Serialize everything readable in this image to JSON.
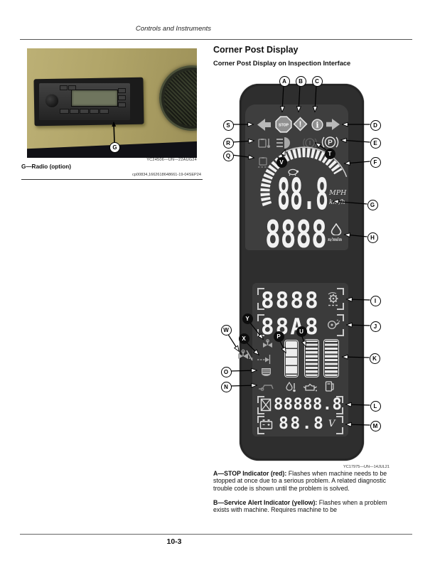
{
  "page": {
    "header_title": "Controls and Instruments",
    "page_number": "10-3"
  },
  "radio_figure": {
    "caption_code": "YC24506—UN—22AUG24",
    "legend": "G—Radio (option)",
    "doc_code": "cp00834,1662618648661-19-04SEP24",
    "callout": "G"
  },
  "section": {
    "heading": "Corner Post Display",
    "subheading": "Corner Post Display on Inspection Interface",
    "figure_code": "YC17975—UN—14JUL21",
    "paragraphs": [
      {
        "lead": "A—STOP Indicator (red):",
        "text": "Flashes when machine needs to be stopped at once due to a serious problem. A related diagnostic trouble code is shown until the problem is solved."
      },
      {
        "lead": "B—Service Alert Indicator (yellow):",
        "text": "Flashes when a problem exists with machine. Requires machine to be"
      }
    ]
  },
  "display": {
    "stop_label": "STOP",
    "warning_glyph": "!",
    "info_glyph": "i",
    "park_glyph": "(P)",
    "speed_value": "88.8",
    "speed_unit_primary": "MPH",
    "speed_unit_secondary": "km/h",
    "rpm_value": "8888",
    "rpm_unit": "n/min",
    "gear_row_value": "8888",
    "engine_row_value": "88A8",
    "hour_meter_value": "88888.8",
    "voltage_value": "88.8",
    "voltage_unit": "V"
  },
  "callouts": {
    "white": [
      "A",
      "B",
      "C",
      "S",
      "D",
      "R",
      "E",
      "Q",
      "F",
      "G",
      "H",
      "I",
      "J",
      "K",
      "L",
      "M",
      "W",
      "O",
      "N"
    ],
    "black": [
      "T",
      "V",
      "Y",
      "X",
      "P",
      "U"
    ]
  },
  "colors": {
    "display_body": "#2e2e2e",
    "screen": "#3e3e3e",
    "segments": "#f2f2f2",
    "photo_tan": "#b0a468"
  }
}
